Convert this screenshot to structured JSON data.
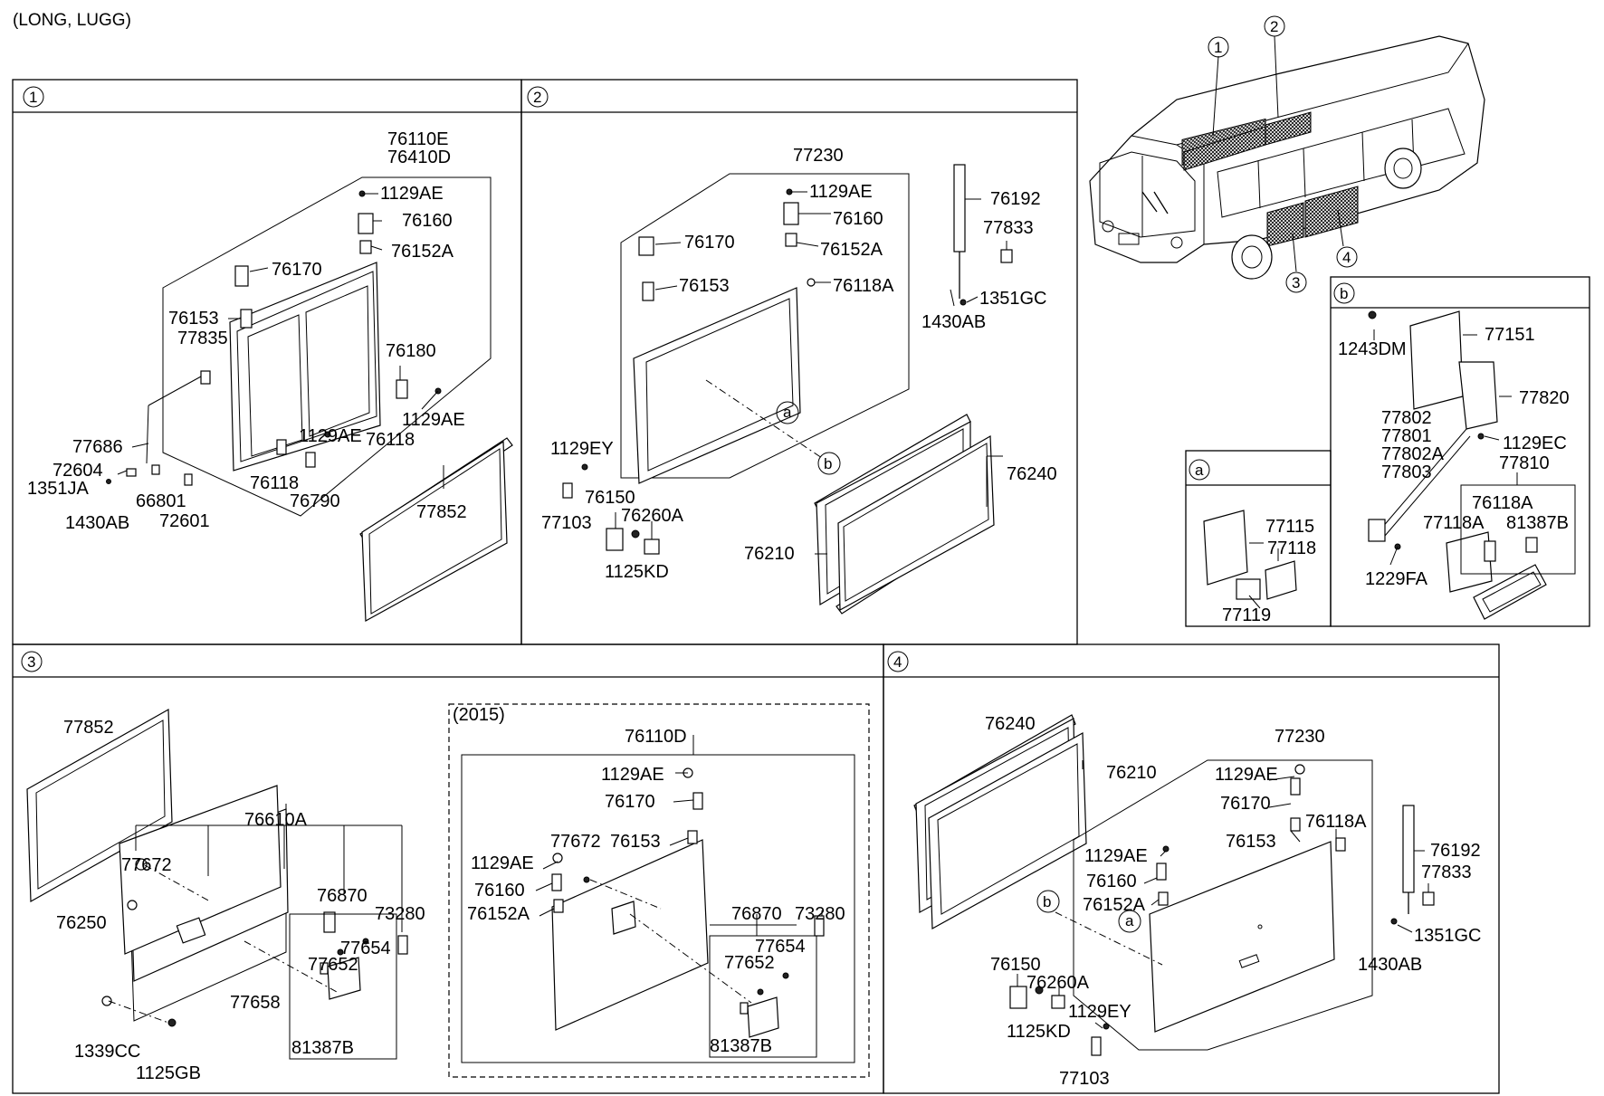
{
  "header": {
    "caption": "(LONG, LUGG)"
  },
  "sections": {
    "s1": {
      "num": "1",
      "labels": {
        "a76110e": "76110E",
        "a76410d": "76410D",
        "a1129ae_top": "1129AE",
        "a76160": "76160",
        "a76152a": "76152A",
        "a76170": "76170",
        "a76153": "76153",
        "a77835": "77835",
        "a76180": "76180",
        "a1129ae_mid": "1129AE",
        "a76118_r": "76118",
        "a1129ae_low": "1129AE",
        "a77686": "77686",
        "a72604": "72604",
        "a1351ja": "1351JA",
        "a66801": "66801",
        "a72601": "72601",
        "a1430ab": "1430AB",
        "a76118_l": "76118",
        "a76790": "76790",
        "a77852": "77852"
      }
    },
    "s2": {
      "num": "2",
      "labels": {
        "a77230": "77230",
        "a1129ae": "1129AE",
        "a76160": "76160",
        "a76152a": "76152A",
        "a76170": "76170",
        "a76153": "76153",
        "a76118a": "76118A",
        "a76192": "76192",
        "a77833": "77833",
        "a1351gc": "1351GC",
        "a1430ab": "1430AB",
        "a1129ey": "1129EY",
        "a77103": "77103",
        "a76150": "76150",
        "a76260a": "76260A",
        "a1125kd": "1125KD",
        "a76240": "76240",
        "a76210": "76210",
        "ca": "a",
        "cb": "b"
      }
    },
    "s3": {
      "num": "3",
      "labels": {
        "a77852": "77852",
        "a76610a": "76610A",
        "a77672": "77672",
        "a76870": "76870",
        "a73280": "73280",
        "a76250": "76250",
        "a77654": "77654",
        "a77652": "77652",
        "a77658": "77658",
        "a81387b": "81387B",
        "a1339cc": "1339CC",
        "a1125gb": "1125GB"
      },
      "sub": {
        "year": "(2015)",
        "labels": {
          "a76110d": "76110D",
          "a1129ae_top": "1129AE",
          "a76170": "76170",
          "a77672": "77672",
          "a76153": "76153",
          "a1129ae_mid": "1129AE",
          "a76160": "76160",
          "a76152a": "76152A",
          "a76870": "76870",
          "a73280": "73280",
          "a77654": "77654",
          "a77652": "77652",
          "a81387b": "81387B"
        }
      }
    },
    "s4": {
      "num": "4",
      "labels": {
        "a76240": "76240",
        "a76210": "76210",
        "a77230": "77230",
        "a1129ae_top": "1129AE",
        "a76170": "76170",
        "a76118a": "76118A",
        "a76153": "76153",
        "a1129ae_mid": "1129AE",
        "a76160": "76160",
        "a76152a": "76152A",
        "a76192": "76192",
        "a77833": "77833",
        "a1351gc": "1351GC",
        "a1430ab": "1430AB",
        "a76150": "76150",
        "a76260a": "76260A",
        "a1129ey": "1129EY",
        "a1125kd": "1125KD",
        "a77103": "77103",
        "cb": "b",
        "ca": "a"
      }
    },
    "bus": {
      "c1": "1",
      "c2": "2",
      "c3": "3",
      "c4": "4"
    },
    "boxa": {
      "tag": "a",
      "labels": {
        "a77115": "77115",
        "a77118": "77118",
        "a77119": "77119"
      }
    },
    "boxb": {
      "tag": "b",
      "labels": {
        "a1243dm": "1243DM",
        "a77151": "77151",
        "a77820": "77820",
        "a77802": "77802",
        "a77801": "77801",
        "a77802a": "77802A",
        "a77803": "77803",
        "a1129ec": "1129EC",
        "a77810": "77810",
        "a76118a": "76118A",
        "a77118a": "77118A",
        "a81387b": "81387B",
        "a1229fa": "1229FA"
      }
    }
  }
}
